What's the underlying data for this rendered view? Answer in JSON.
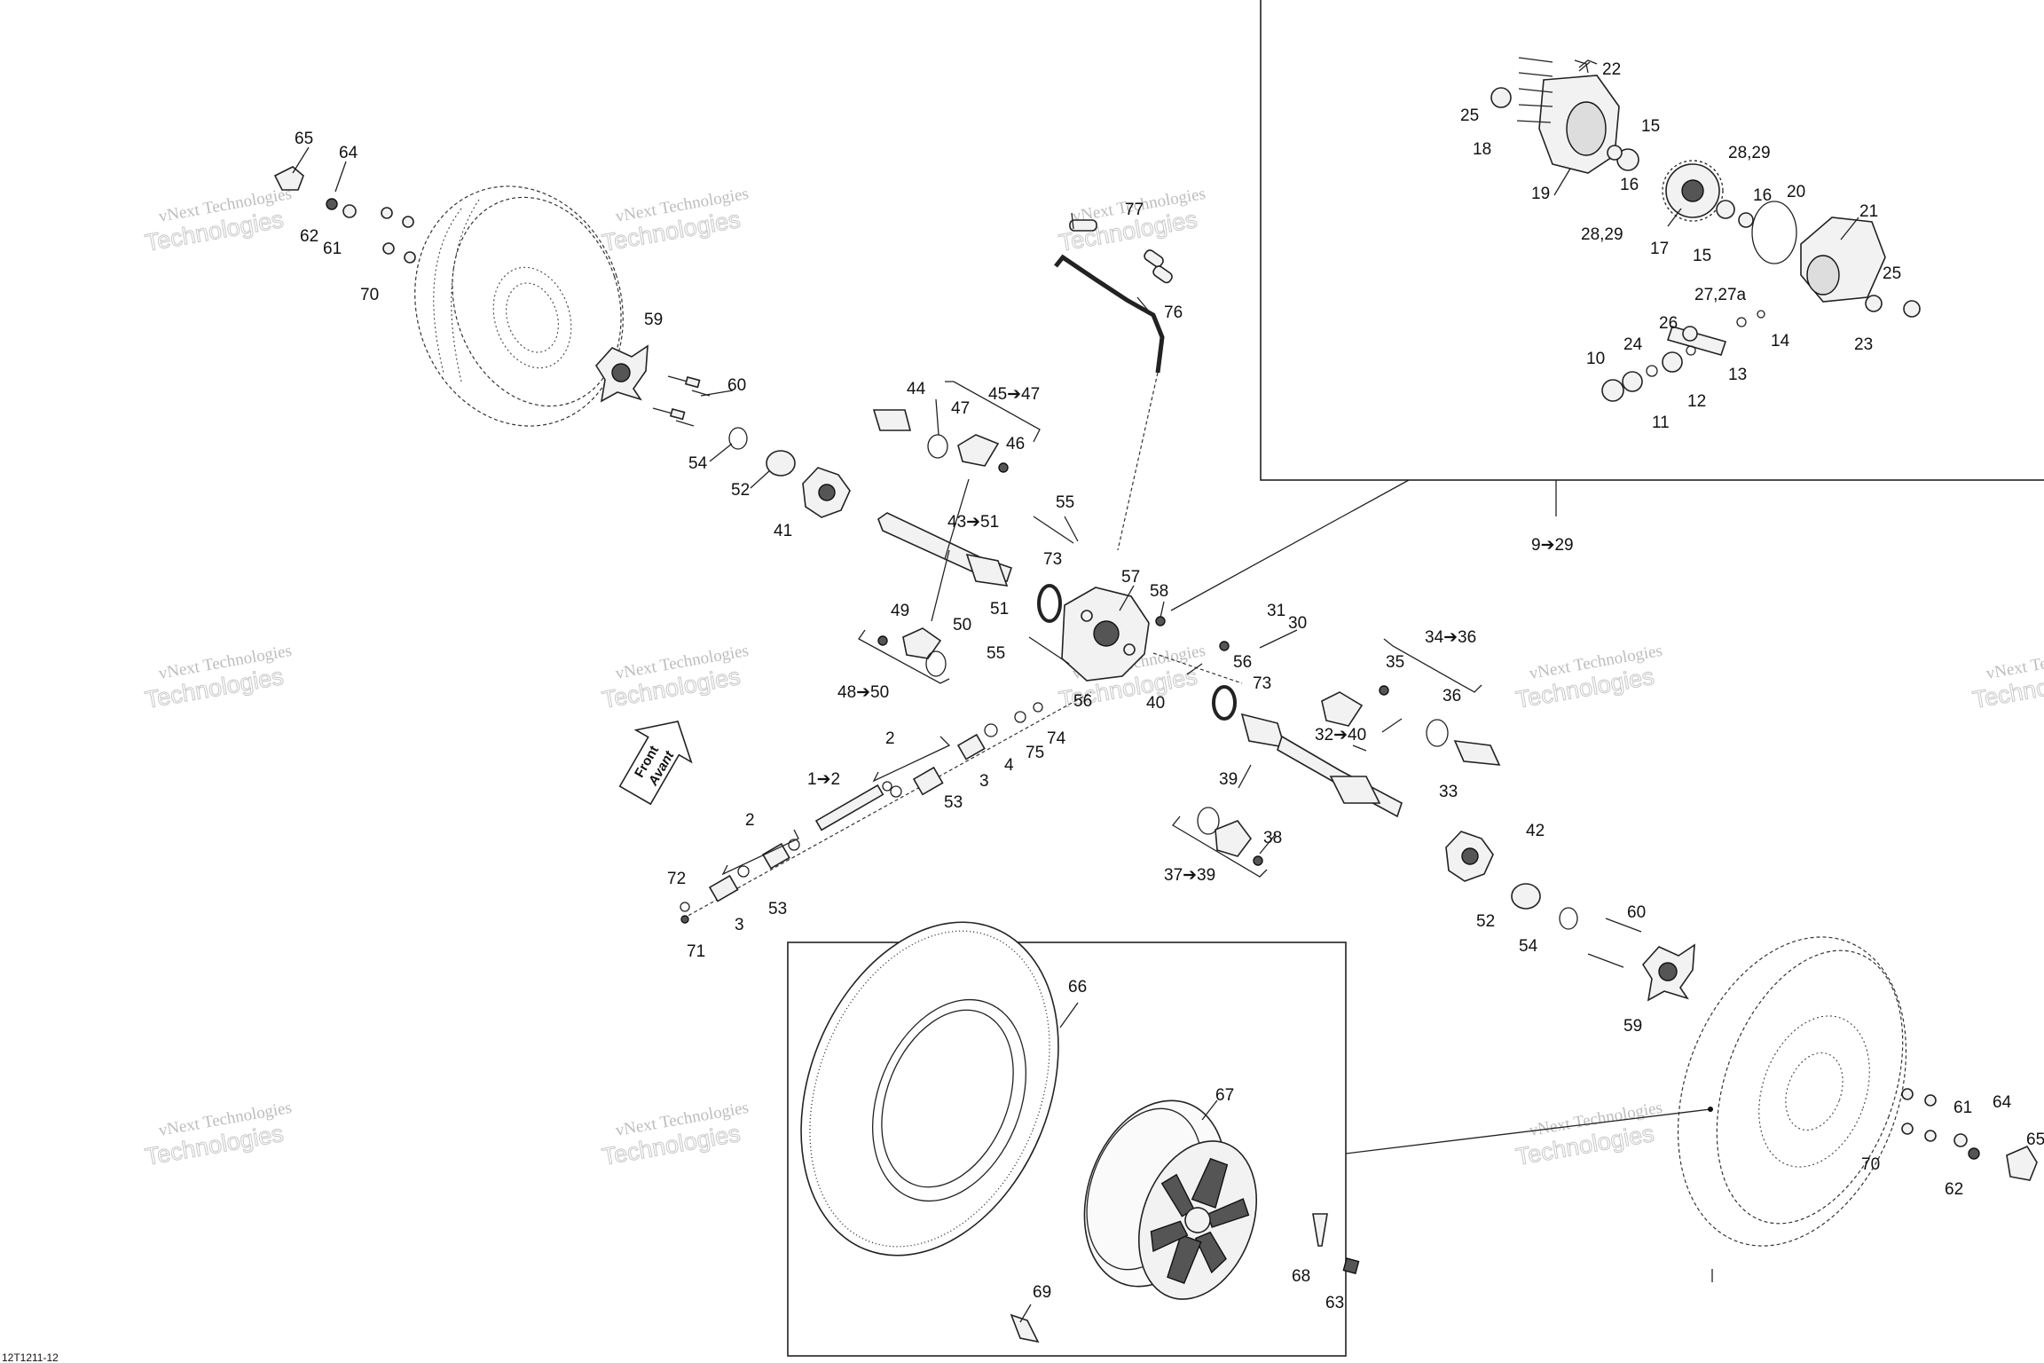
{
  "diagram_code": "12T1211-12",
  "watermark": {
    "line1": "vNext Technologies",
    "line2": "Technologies"
  },
  "front_arrow": {
    "line1": "Front",
    "line2": "Avant"
  },
  "callouts": {
    "c65a": "65",
    "c64a": "64",
    "c62a": "62",
    "c61a": "61",
    "c70a": "70",
    "c59a": "59",
    "c60a": "60",
    "c54a": "54",
    "c52a": "52",
    "c41": "41",
    "c44": "44",
    "c45_47": "45➔47",
    "c47": "47",
    "c46": "46",
    "c43_51": "43➔51",
    "c55a": "55",
    "c73a": "73",
    "c51": "51",
    "c57": "57",
    "c58": "58",
    "c49": "49",
    "c50": "50",
    "c48_50": "48➔50",
    "c55b": "55",
    "c56a": "56",
    "c56b": "56",
    "c73b": "73",
    "c40": "40",
    "c31": "31",
    "c30": "30",
    "c77": "77",
    "c76": "76",
    "c2a": "2",
    "c1_2": "1➔2",
    "c75": "75",
    "c74": "74",
    "c4": "4",
    "c3a": "3",
    "c53a": "53",
    "c2b": "2",
    "c53b": "53",
    "c72": "72",
    "c3b": "3",
    "c71": "71",
    "c34_36": "34➔36",
    "c35": "35",
    "c36": "36",
    "c32_40": "32➔40",
    "c33": "33",
    "c39": "39",
    "c38": "38",
    "c37_39": "37➔39",
    "c42": "42",
    "c52b": "52",
    "c54b": "54",
    "c60b": "60",
    "c59b": "59",
    "c61b": "61",
    "c64b": "64",
    "c70b": "70",
    "c62b": "62",
    "c65b": "65",
    "c9_29": "9➔29",
    "c22": "22",
    "c25a": "25",
    "c18": "18",
    "c15a": "15",
    "c16a": "16",
    "c19": "19",
    "c28_29a": "28,29",
    "c16b": "16",
    "c20": "20",
    "c21": "21",
    "c28_29b": "28,29",
    "c17": "17",
    "c15b": "15",
    "c25b": "25",
    "c27": "27,27a",
    "c26": "26",
    "c24": "24",
    "c10": "10",
    "c11": "11",
    "c12": "12",
    "c13": "13",
    "c14": "14",
    "c23": "23",
    "c66": "66",
    "c67": "67",
    "c68": "68",
    "c63": "63",
    "c69": "69"
  }
}
